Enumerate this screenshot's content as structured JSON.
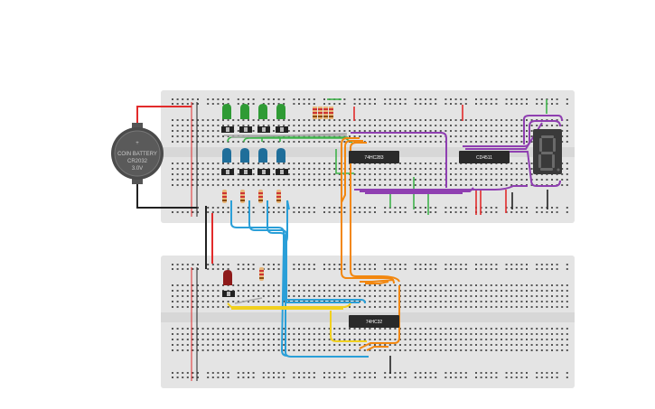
{
  "battery": {
    "line1": "COIN BATTERY",
    "line2": "CR2032",
    "line3": "3.0V",
    "plus": "+"
  },
  "chips": {
    "adder": "74HC283",
    "decoder": "CD4511",
    "or_gate": "74HC32"
  },
  "display": {
    "digit": "8"
  },
  "colors": {
    "breadboard": "#e4e4e4",
    "wire_red": "#e22b2b",
    "wire_black": "#222222",
    "wire_orange": "#f2870f",
    "wire_purple": "#8f3fb1",
    "wire_blue": "#2a9fd8",
    "wire_yellow": "#f1d01e",
    "wire_green": "#3fb34b",
    "wire_gray": "#a8a8a8"
  }
}
